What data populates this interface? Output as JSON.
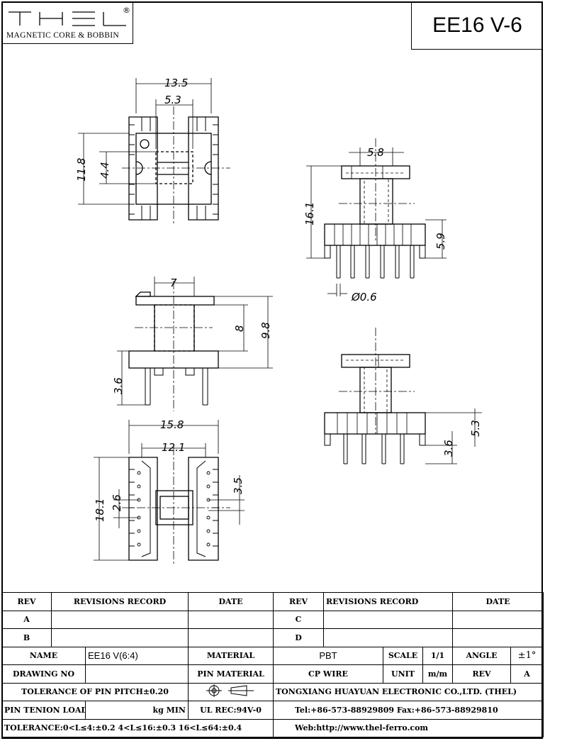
{
  "header": {
    "logo_text": "THEL",
    "logo_registered": "®",
    "logo_subtitle": "MAGNETIC CORE & BOBBIN",
    "drawing_title": "EE16 V-6"
  },
  "dimensions": {
    "top_view_width": "13.5",
    "top_view_slot": "5.3",
    "top_view_height": "11.8",
    "top_view_window": "4.4",
    "side_top_width": "5.8",
    "side_height": "16.1",
    "side_flange": "5.9",
    "pin_diameter": "Ø0.6",
    "front_width": "7",
    "front_inner_height": "8",
    "front_height": "9.8",
    "front_pin": "3.6",
    "bottom_width": "15.8",
    "bottom_inner_width": "12.1",
    "bottom_height": "18.1",
    "bottom_core": "2.6",
    "bottom_pin_pitch": "3.5",
    "iso_flange": "5.3",
    "iso_pin": "3.6"
  },
  "title_block": {
    "rev_label": "REV",
    "revisions_label": "REVISIONS RECORD",
    "date_label": "DATE",
    "rev_a": "A",
    "rev_b": "B",
    "rev_c": "C",
    "rev_d": "D",
    "name_label": "NAME",
    "name_value": "EE16 V(6:4)",
    "material_label": "MATERIAL",
    "material_value": "PBT",
    "scale_label": "SCALE",
    "scale_value": "1/1",
    "angle_label": "ANGLE",
    "angle_value": "±1°",
    "drawing_no_label": "DRAWING NO",
    "pin_material_label": "PIN MATERIAL",
    "pin_material_value": "CP WIRE",
    "unit_label": "UNIT",
    "unit_value": "m/m",
    "rev_field_label": "REV",
    "rev_field_value": "A",
    "pitch_tolerance": "TOLERANCE OF PIN PITCH±0.20",
    "company": "TONGXIANG HUAYUAN ELECTRONIC CO.,LTD. (THEL)",
    "pin_tension_label": "PIN TENION LOAD",
    "pin_tension_unit": "kg MIN",
    "ul_rec": "UL REC:94V-0",
    "tel_fax": "Tel:+86-573-88929809 Fax:+86-573-88929810",
    "tolerance": "TOLERANCE:0<L≤4:±0.2  4<L≤16:±0.3  16<L≤64:±0.4",
    "web": "Web:http://www.thel-ferro.com"
  }
}
